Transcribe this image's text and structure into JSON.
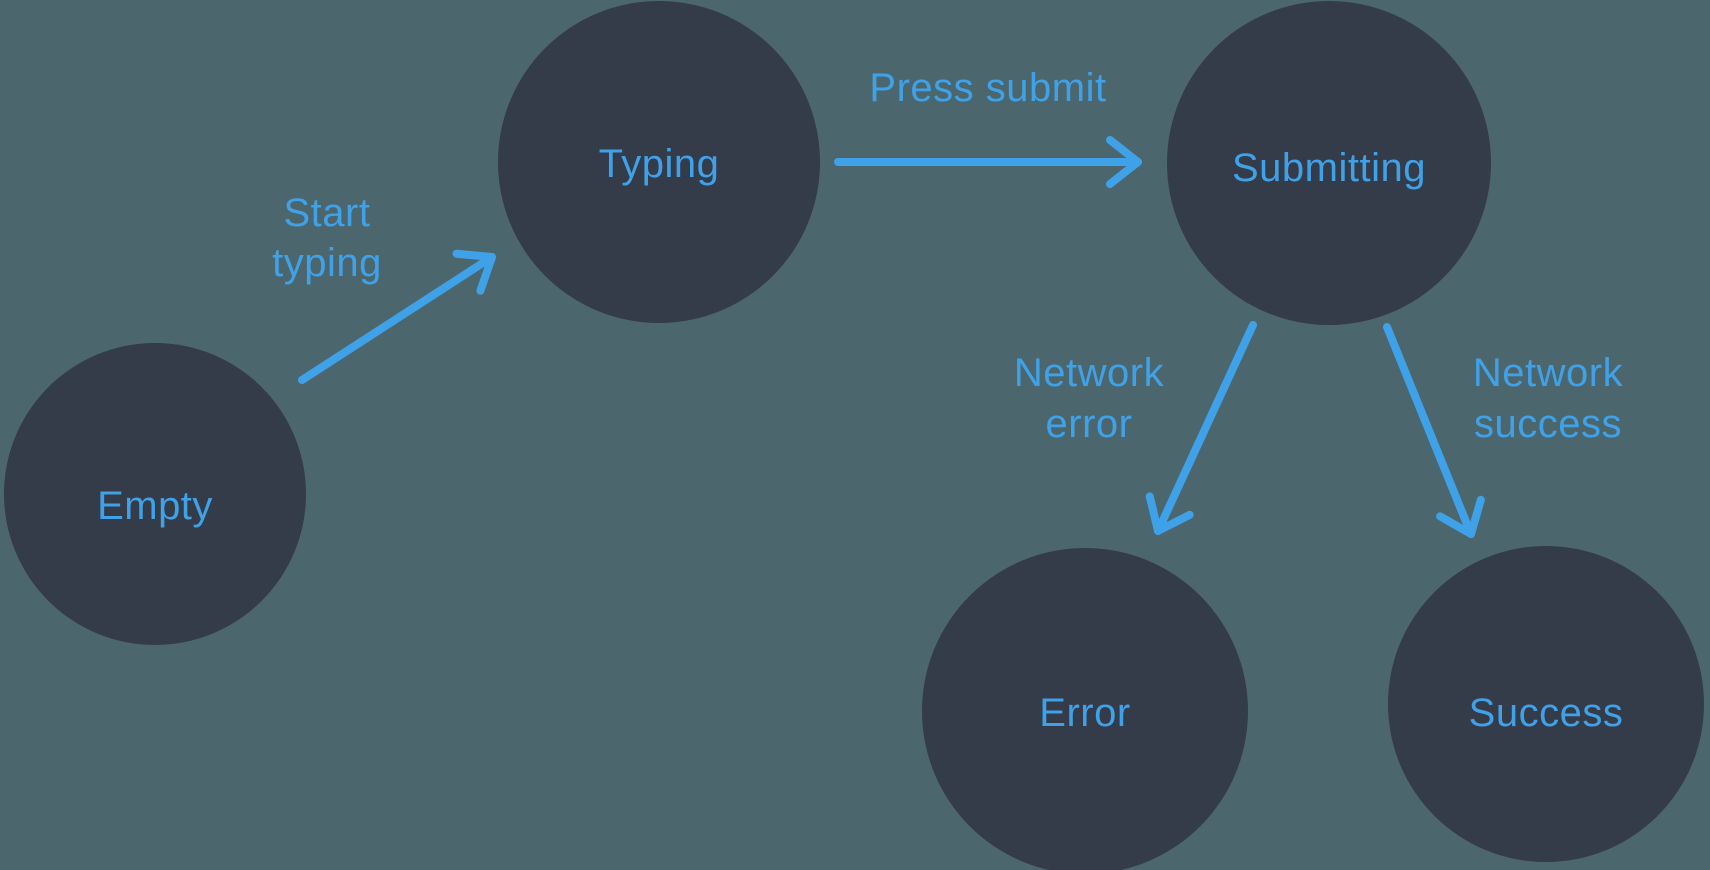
{
  "diagram": {
    "type": "state-machine",
    "colors": {
      "background": "#4C666E",
      "node_fill": "#343B49",
      "accent": "#3FA2E8"
    },
    "nodes": [
      {
        "id": "empty",
        "label": "Empty"
      },
      {
        "id": "typing",
        "label": "Typing"
      },
      {
        "id": "submitting",
        "label": "Submitting"
      },
      {
        "id": "error",
        "label": "Error"
      },
      {
        "id": "success",
        "label": "Success"
      }
    ],
    "edges": [
      {
        "id": "start-typing",
        "from": "empty",
        "to": "typing",
        "label_lines": [
          "Start",
          "typing"
        ]
      },
      {
        "id": "press-submit",
        "from": "typing",
        "to": "submitting",
        "label_lines": [
          "Press submit"
        ]
      },
      {
        "id": "network-error",
        "from": "submitting",
        "to": "error",
        "label_lines": [
          "Network",
          "error"
        ]
      },
      {
        "id": "network-success",
        "from": "submitting",
        "to": "success",
        "label_lines": [
          "Network",
          "success"
        ]
      }
    ]
  }
}
